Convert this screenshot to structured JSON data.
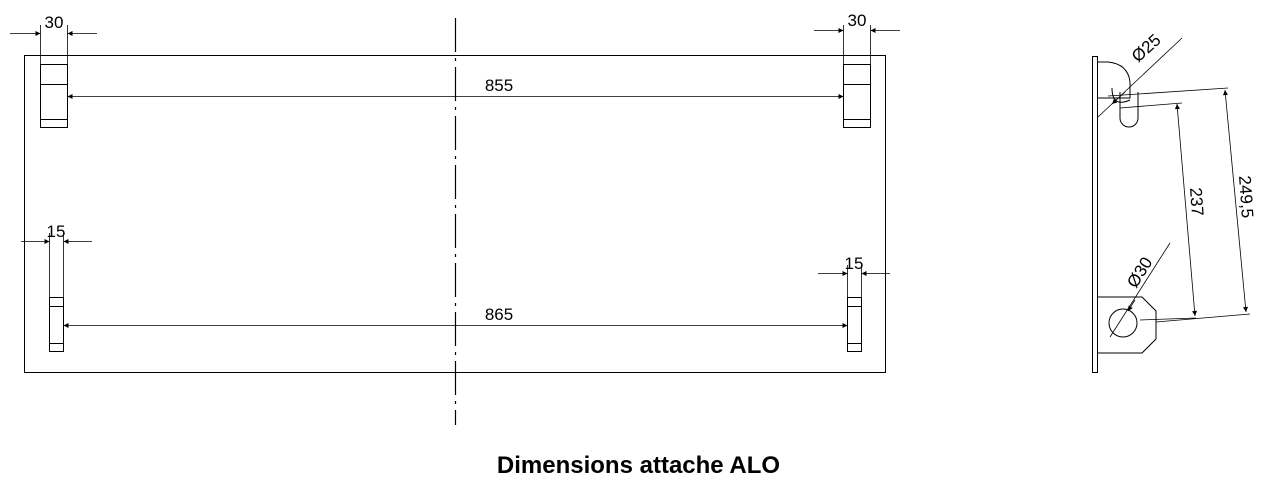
{
  "caption": "Dimensions attache ALO",
  "dimensions": {
    "top_left_width": "30",
    "top_right_width": "30",
    "top_span": "855",
    "bottom_left_width": "15",
    "bottom_right_width": "15",
    "bottom_span": "865",
    "side_upper_diameter": "Ø25",
    "side_lower_diameter": "Ø30",
    "side_inner_height": "237",
    "side_outer_height": "249,5"
  }
}
